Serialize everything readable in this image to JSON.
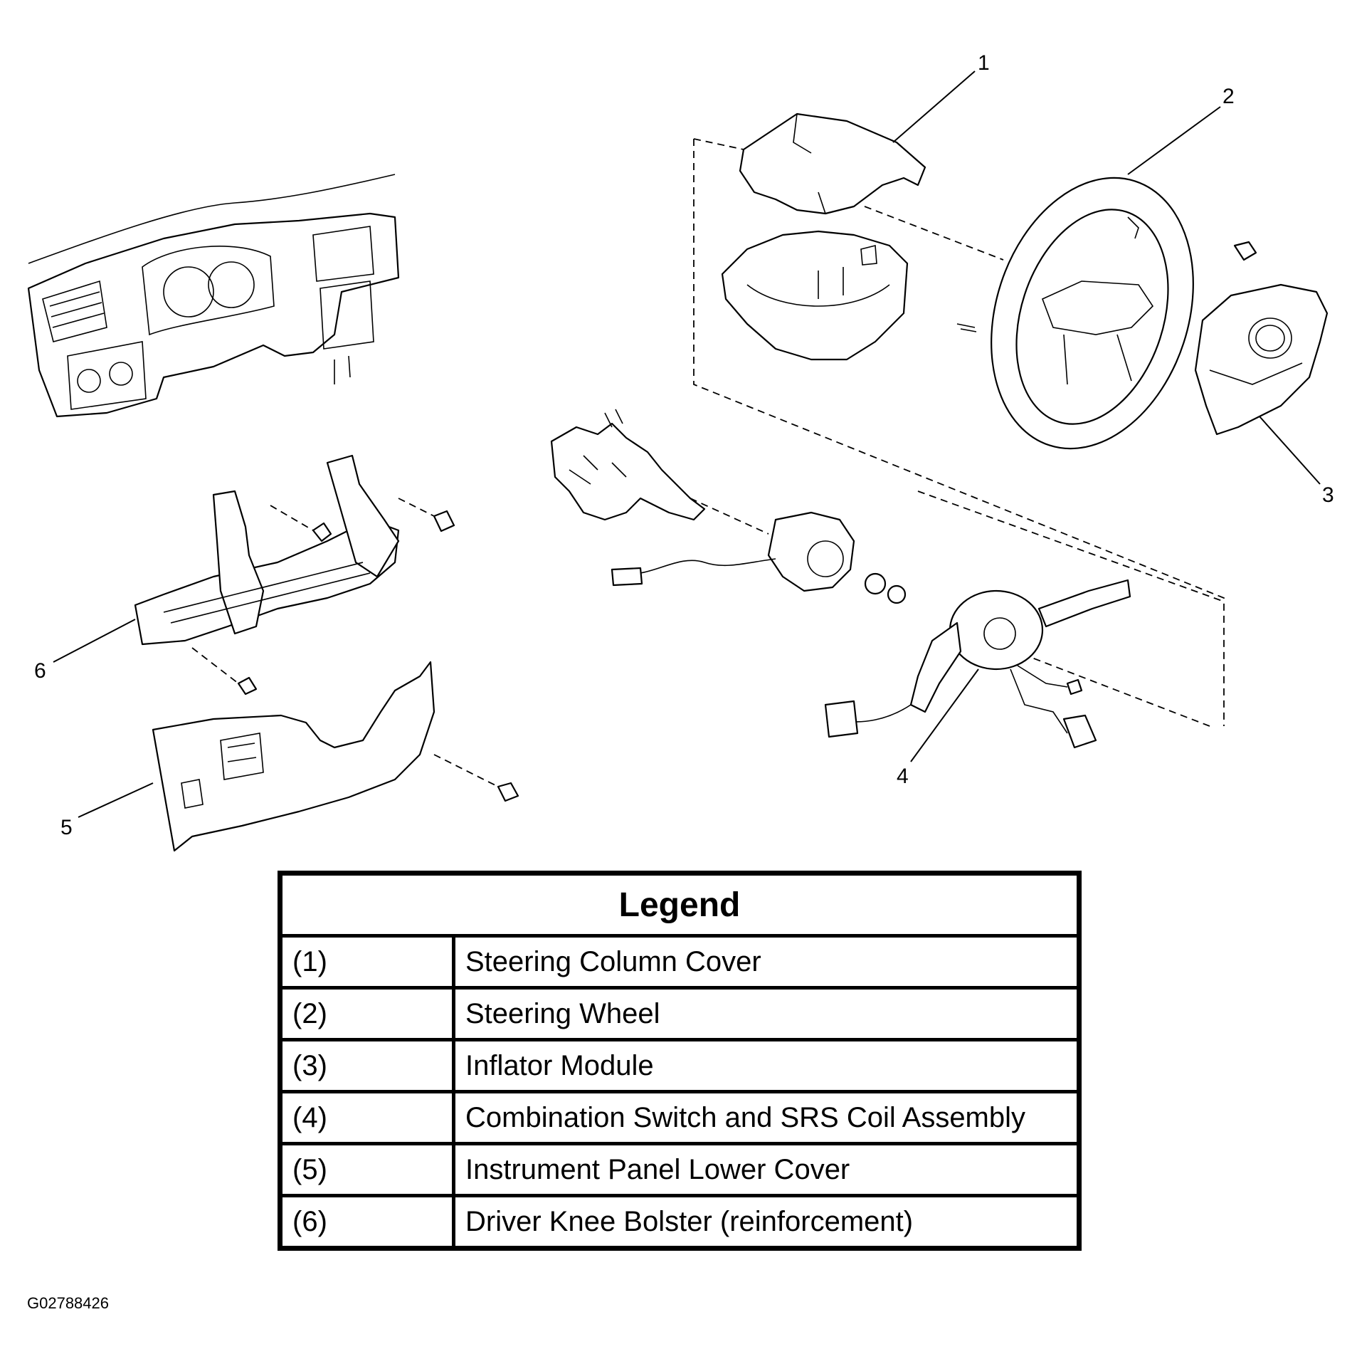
{
  "callouts": [
    "1",
    "2",
    "3",
    "4",
    "5",
    "6"
  ],
  "legend": {
    "title": "Legend",
    "rows": [
      {
        "num": "(1)",
        "desc": "Steering Column Cover"
      },
      {
        "num": "(2)",
        "desc": "Steering Wheel"
      },
      {
        "num": "(3)",
        "desc": "Inflator Module"
      },
      {
        "num": "(4)",
        "desc": "Combination Switch and SRS Coil Assembly"
      },
      {
        "num": "(5)",
        "desc": "Instrument Panel Lower Cover"
      },
      {
        "num": "(6)",
        "desc": "Driver Knee Bolster (reinforcement)"
      }
    ]
  },
  "figure_id": "G02788426"
}
